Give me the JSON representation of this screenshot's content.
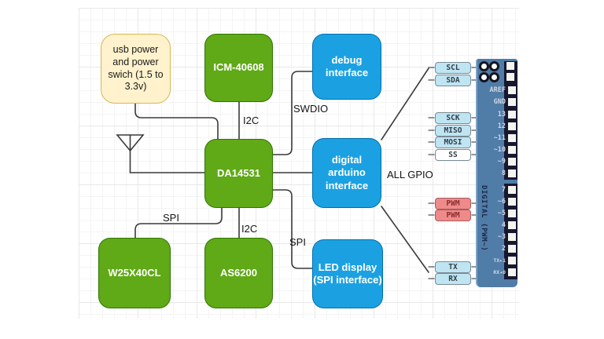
{
  "diagram": {
    "blocks": {
      "usb_power": "usb power\nand power\nswich (1.5 to\n3.3v)",
      "icm40608": "ICM-40608",
      "debug_interface": "debug\ninterface",
      "da14531": "DA14531",
      "digital_arduino_interface": "digital arduino\ninterface",
      "w25x40cl": "W25X40CL",
      "as6200": "AS6200",
      "led_display": "LED display\n(SPI interface)"
    },
    "wire_labels": {
      "i2c_top": "I2C",
      "swdio": "SWDIO",
      "spi_flash": "SPI",
      "i2c_bottom": "I2C",
      "spi_led": "SPI",
      "all_gpio": "ALL GPIO"
    },
    "pin_tags": {
      "scl": "SCL",
      "sda": "SDA",
      "sck": "SCK",
      "miso": "MISO",
      "mosi": "MOSI",
      "ss": "SS",
      "pwm1": "PWM",
      "pwm2": "PWM",
      "tx": "TX",
      "rx": "RX"
    },
    "board": {
      "side_label": "DIGITAL (PWM~)",
      "pins": [
        "AREF",
        "GND",
        "13",
        "12",
        "~11",
        "~10",
        "~9",
        "8",
        "7",
        "~6",
        "~5",
        "4",
        "~3",
        "2",
        "TX▸1",
        "RX◂0"
      ]
    },
    "colors": {
      "green_fill": "#60A917",
      "green_stroke": "#2D7600",
      "blue_fill": "#1BA1E2",
      "blue_stroke": "#006EAF",
      "yellow_fill": "#FFF2CC",
      "yellow_stroke": "#D6B656",
      "tag_blue": "#BFE5F3",
      "tag_red": "#EF8A8A",
      "tag_white": "#FFFFFF",
      "board_blue": "#507CA8",
      "header_dark": "#17172F",
      "wire": "#3A3A3A"
    }
  }
}
